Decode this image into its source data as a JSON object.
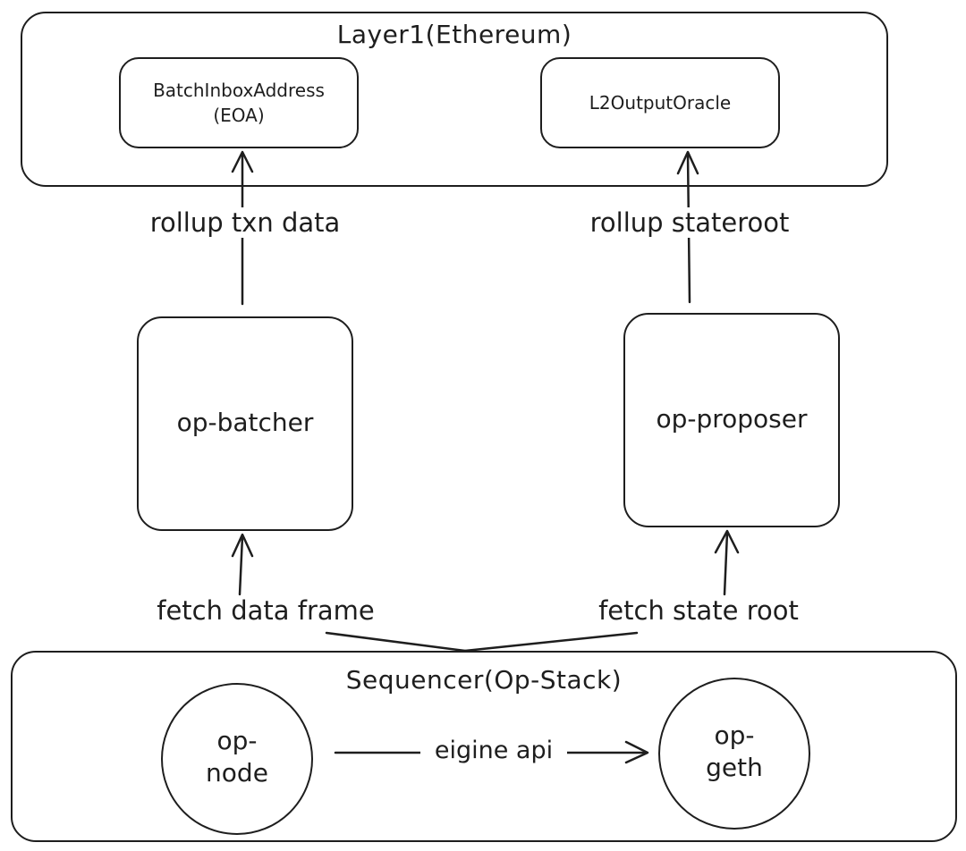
{
  "layer1": {
    "title": "Layer1(Ethereum)",
    "batch_inbox_line1": "BatchInboxAddress",
    "batch_inbox_line2": "(EOA)",
    "output_oracle": "L2OutputOracle"
  },
  "middle": {
    "batcher": "op-batcher",
    "proposer": "op-proposer"
  },
  "edges": {
    "rollup_txn": "rollup txn data",
    "rollup_stateroot": "rollup stateroot",
    "fetch_data_frame": "fetch data frame",
    "fetch_state_root": "fetch state root",
    "engine_api": "eigine api"
  },
  "sequencer": {
    "title": "Sequencer(Op-Stack)",
    "node_line1": "op-",
    "node_line2": "node",
    "geth_line1": "op-",
    "geth_line2": "geth"
  }
}
